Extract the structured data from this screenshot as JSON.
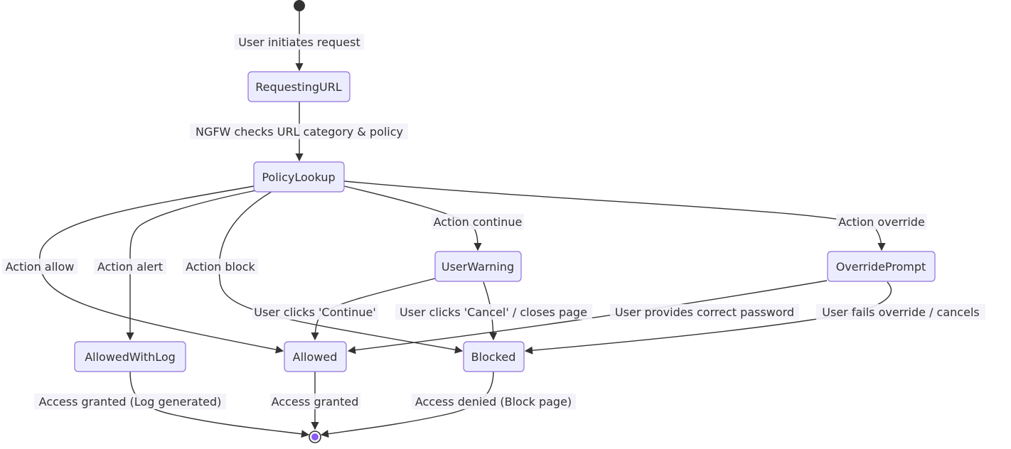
{
  "states": {
    "requesting_url": "RequestingURL",
    "policy_lookup": "PolicyLookup",
    "user_warning": "UserWarning",
    "override_prompt": "OverridePrompt",
    "allowed_with_log": "AllowedWithLog",
    "allowed": "Allowed",
    "blocked": "Blocked"
  },
  "transitions": {
    "user_initiates": "User initiates request",
    "ngfw_checks": "NGFW checks URL category & policy",
    "action_continue": "Action continue",
    "action_override": "Action override",
    "action_allow": "Action allow",
    "action_alert": "Action alert",
    "action_block": "Action block",
    "user_clicks_continue": "User clicks 'Continue'",
    "user_clicks_cancel": "User clicks 'Cancel' / closes page",
    "user_provides_password": "User provides correct password",
    "user_fails_override": "User fails override / cancels",
    "access_granted_log": "Access granted (Log generated)",
    "access_granted": "Access granted",
    "access_denied": "Access denied (Block page)"
  },
  "colors": {
    "node_fill": "#ECECFF",
    "node_stroke": "#9370DB",
    "edge": "#333333",
    "end_dot": "#8a5cf5"
  }
}
